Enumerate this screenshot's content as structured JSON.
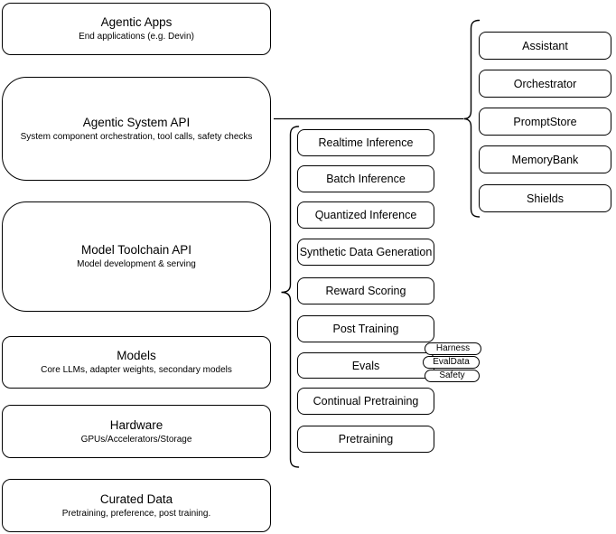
{
  "diagram": {
    "layers": [
      {
        "title": "Agentic Apps",
        "subtitle": "End applications (e.g. Devin)"
      },
      {
        "title": "Agentic System API",
        "subtitle": "System component orchestration, tool calls, safety checks"
      },
      {
        "title": "Model Toolchain API",
        "subtitle": "Model development & serving"
      },
      {
        "title": "Models",
        "subtitle": "Core LLMs, adapter weights, secondary models"
      },
      {
        "title": "Hardware",
        "subtitle": "GPUs/Accelerators/Storage"
      },
      {
        "title": "Curated Data",
        "subtitle": "Pretraining, preference, post training."
      }
    ],
    "toolchain": {
      "items": [
        "Realtime Inference",
        "Batch Inference",
        "Quantized Inference",
        "Synthetic Data Generation",
        "Reward Scoring",
        "Post Training",
        "Evals",
        "Continual Pretraining",
        "Pretraining"
      ],
      "evals_tags": [
        "Harness",
        "EvalData",
        "Safety"
      ]
    },
    "system_components": {
      "items": [
        "Assistant",
        "Orchestrator",
        "PromptStore",
        "MemoryBank",
        "Shields"
      ]
    },
    "colors": {
      "stroke": "#000000",
      "fill": "#ffffff",
      "text": "#000000",
      "background": "#ffffff"
    }
  }
}
